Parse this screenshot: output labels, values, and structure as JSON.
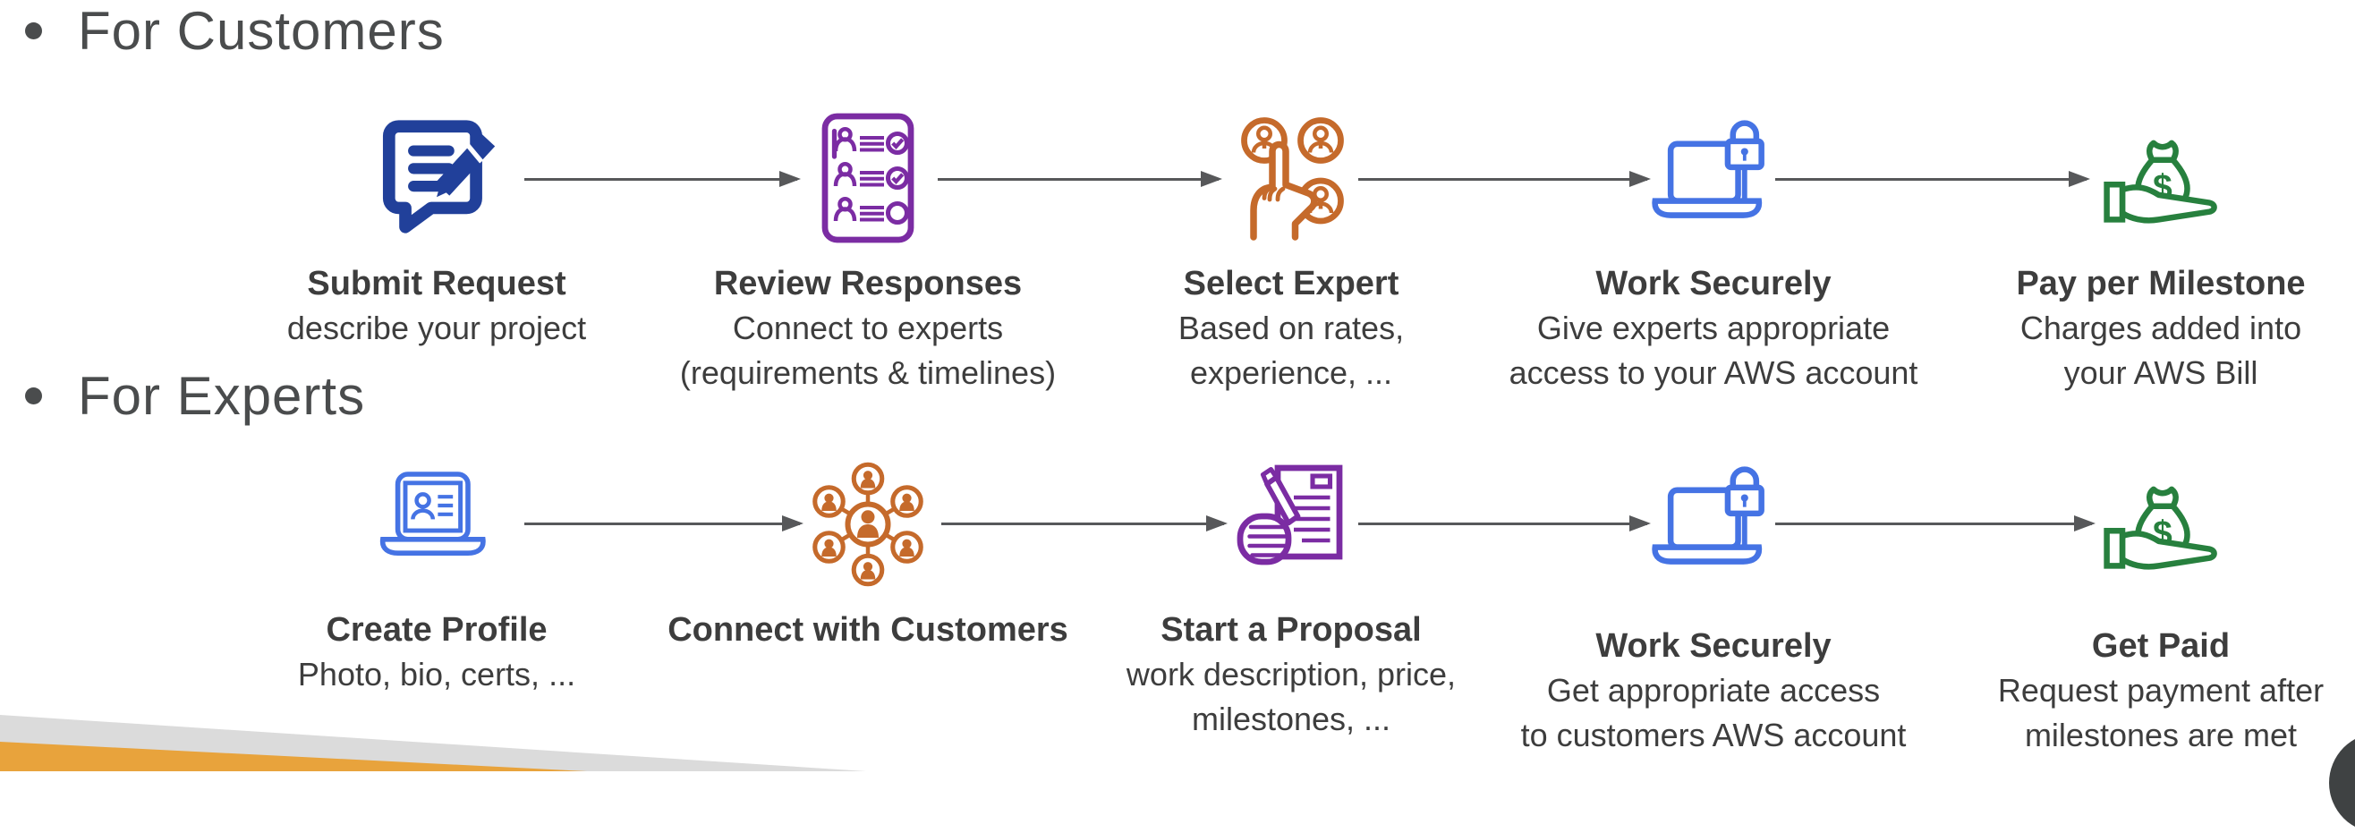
{
  "sections": [
    {
      "heading": "For Customers",
      "steps": [
        {
          "title": "Submit Request",
          "icon": "submit-request-icon",
          "color": "#21409A",
          "desc": [
            "describe your project"
          ]
        },
        {
          "title": "Review Responses",
          "icon": "review-responses-checklist-icon",
          "color": "#7B2CA3",
          "desc": [
            "Connect to experts",
            "(requirements & timelines)"
          ]
        },
        {
          "title": "Select Expert",
          "icon": "select-expert-hand-icon",
          "color": "#C56A2B",
          "desc": [
            "Based on rates,",
            "experience, ..."
          ]
        },
        {
          "title": "Work Securely",
          "icon": "laptop-lock-icon",
          "color": "#4573E4",
          "desc": [
            "Give experts appropriate",
            "access to your AWS account"
          ]
        },
        {
          "title": "Pay per Milestone",
          "icon": "money-bag-hand-icon",
          "color": "#27803E",
          "desc": [
            "Charges added into",
            "your AWS Bill"
          ]
        }
      ]
    },
    {
      "heading": "For Experts",
      "steps": [
        {
          "title": "Create Profile",
          "icon": "laptop-profile-icon",
          "color": "#4573E4",
          "desc": [
            "Photo, bio, certs, ..."
          ]
        },
        {
          "title": "Connect with Customers",
          "icon": "people-network-icon",
          "color": "#C56A2B",
          "desc": []
        },
        {
          "title": "Start a Proposal",
          "icon": "hand-writing-document-icon",
          "color": "#7B2CA3",
          "desc": [
            "work description, price,",
            "milestones, ..."
          ]
        },
        {
          "title": "Work Securely",
          "icon": "laptop-lock-icon",
          "color": "#4573E4",
          "desc": [
            "Get appropriate access",
            "to customers AWS account"
          ]
        },
        {
          "title": "Get Paid",
          "icon": "money-bag-hand-icon",
          "color": "#27803E",
          "desc": [
            "Request payment after",
            "milestones are met"
          ]
        }
      ]
    }
  ],
  "decoration": {
    "ribbon_gray": "#DBDBDB",
    "ribbon_orange": "#E8A33C",
    "corner_circle": "#3F4243",
    "arrow_color": "#57585A"
  },
  "text_colors": {
    "heading": "#4A4C4D",
    "body": "#3D3D3D"
  }
}
